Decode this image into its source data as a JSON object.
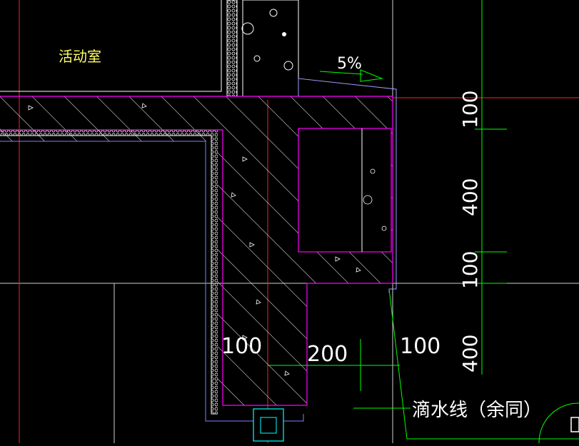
{
  "drawing": {
    "room_label": "活动室",
    "slope_label": "5%",
    "drip_note": "滴水线（余同）",
    "dims_horizontal": [
      "100",
      "200",
      "100"
    ],
    "dims_vertical": [
      "100",
      "400",
      "100",
      "400"
    ]
  },
  "colors": {
    "background": "#000000",
    "wall_outline": "#ff00ff",
    "insulation": "#ffffff",
    "axis": "#ff2020",
    "grid": "#d0d0d0",
    "dimension": "#00ff00",
    "text_dim": "#ffffff",
    "room_text": "#ffff66",
    "concrete_fill": "#ffffff"
  },
  "icons": [
    "slope-arrow-icon"
  ]
}
